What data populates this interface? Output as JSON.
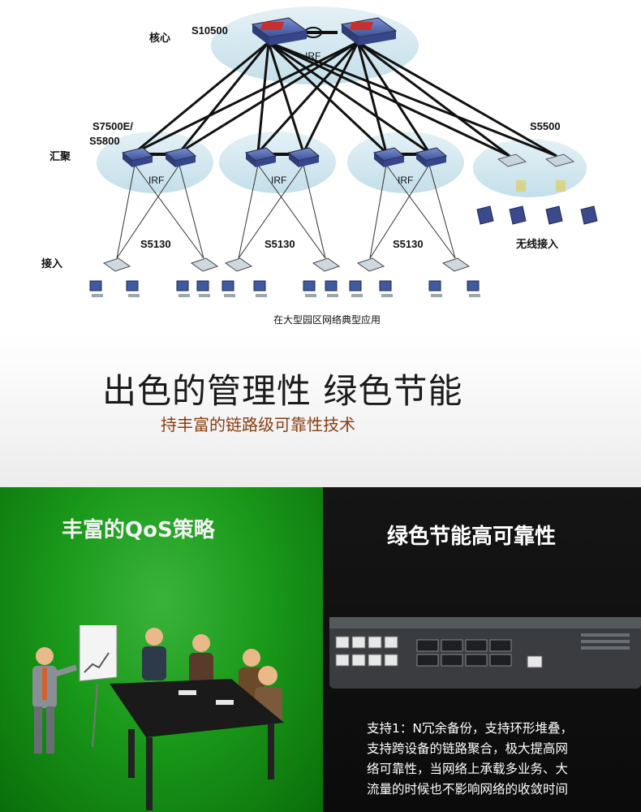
{
  "diagram": {
    "layer_labels": {
      "core": "核心",
      "aggregation": "汇聚",
      "access": "接入"
    },
    "device_labels": {
      "core": "S10500",
      "aggregation": "S7500E/\nS5800",
      "aggregation_line1": "S7500E/",
      "aggregation_line2": "S5800",
      "wireless_agg": "S5500",
      "access1": "S5130",
      "access2": "S5130",
      "access3": "S5130",
      "wireless_access": "无线接入"
    },
    "irf_labels": [
      "IRF",
      "IRF",
      "IRF",
      "IRF"
    ],
    "caption": "在大型园区网络典型应用"
  },
  "heading": {
    "title": "出色的管理性 绿色节能",
    "subtitle": "持丰富的链路级可靠性技术"
  },
  "panels": {
    "left": {
      "title": "丰富的QoS策略"
    },
    "right": {
      "title": "绿色节能高可靠性",
      "description_lines": [
        "支持1：N冗余备份，支持环形堆叠，",
        "支持跨设备的链路聚合，极大提高网",
        "络可靠性，当网络上承载多业务、大",
        "流量的时候也不影响网络的收敛时间"
      ]
    }
  },
  "colors": {
    "ellipse": "#cfe6ee",
    "link": "#111111",
    "switch": "#4a5fa8",
    "left_panel": "#1a9a1a",
    "right_panel": "#0b0b0b",
    "subtitle": "#8a3d10"
  }
}
